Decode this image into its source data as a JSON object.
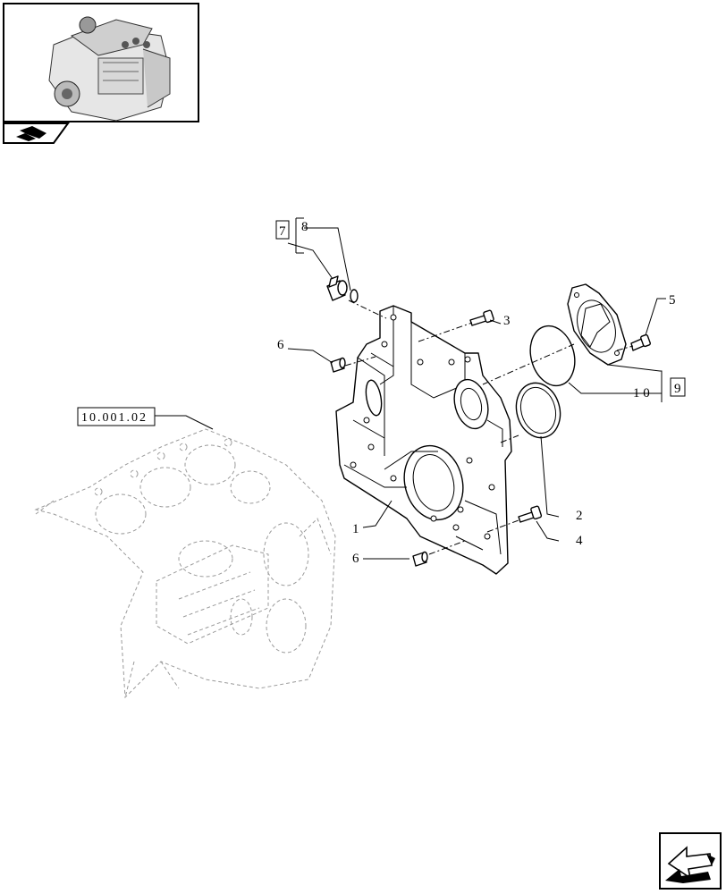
{
  "callouts": {
    "c1": "1",
    "c2": "2",
    "c3": "3",
    "c4": "4",
    "c5": "5",
    "c6a": "6",
    "c6b": "6",
    "c7": "7",
    "c8": "8",
    "c9": "9",
    "c10": "1 0"
  },
  "reference": {
    "block": "10.001.02"
  },
  "icons": {
    "thumbnail": "engine-thumbnail-icon",
    "tab": "section-tab-icon",
    "nav": "next-page-arrow-icon"
  }
}
